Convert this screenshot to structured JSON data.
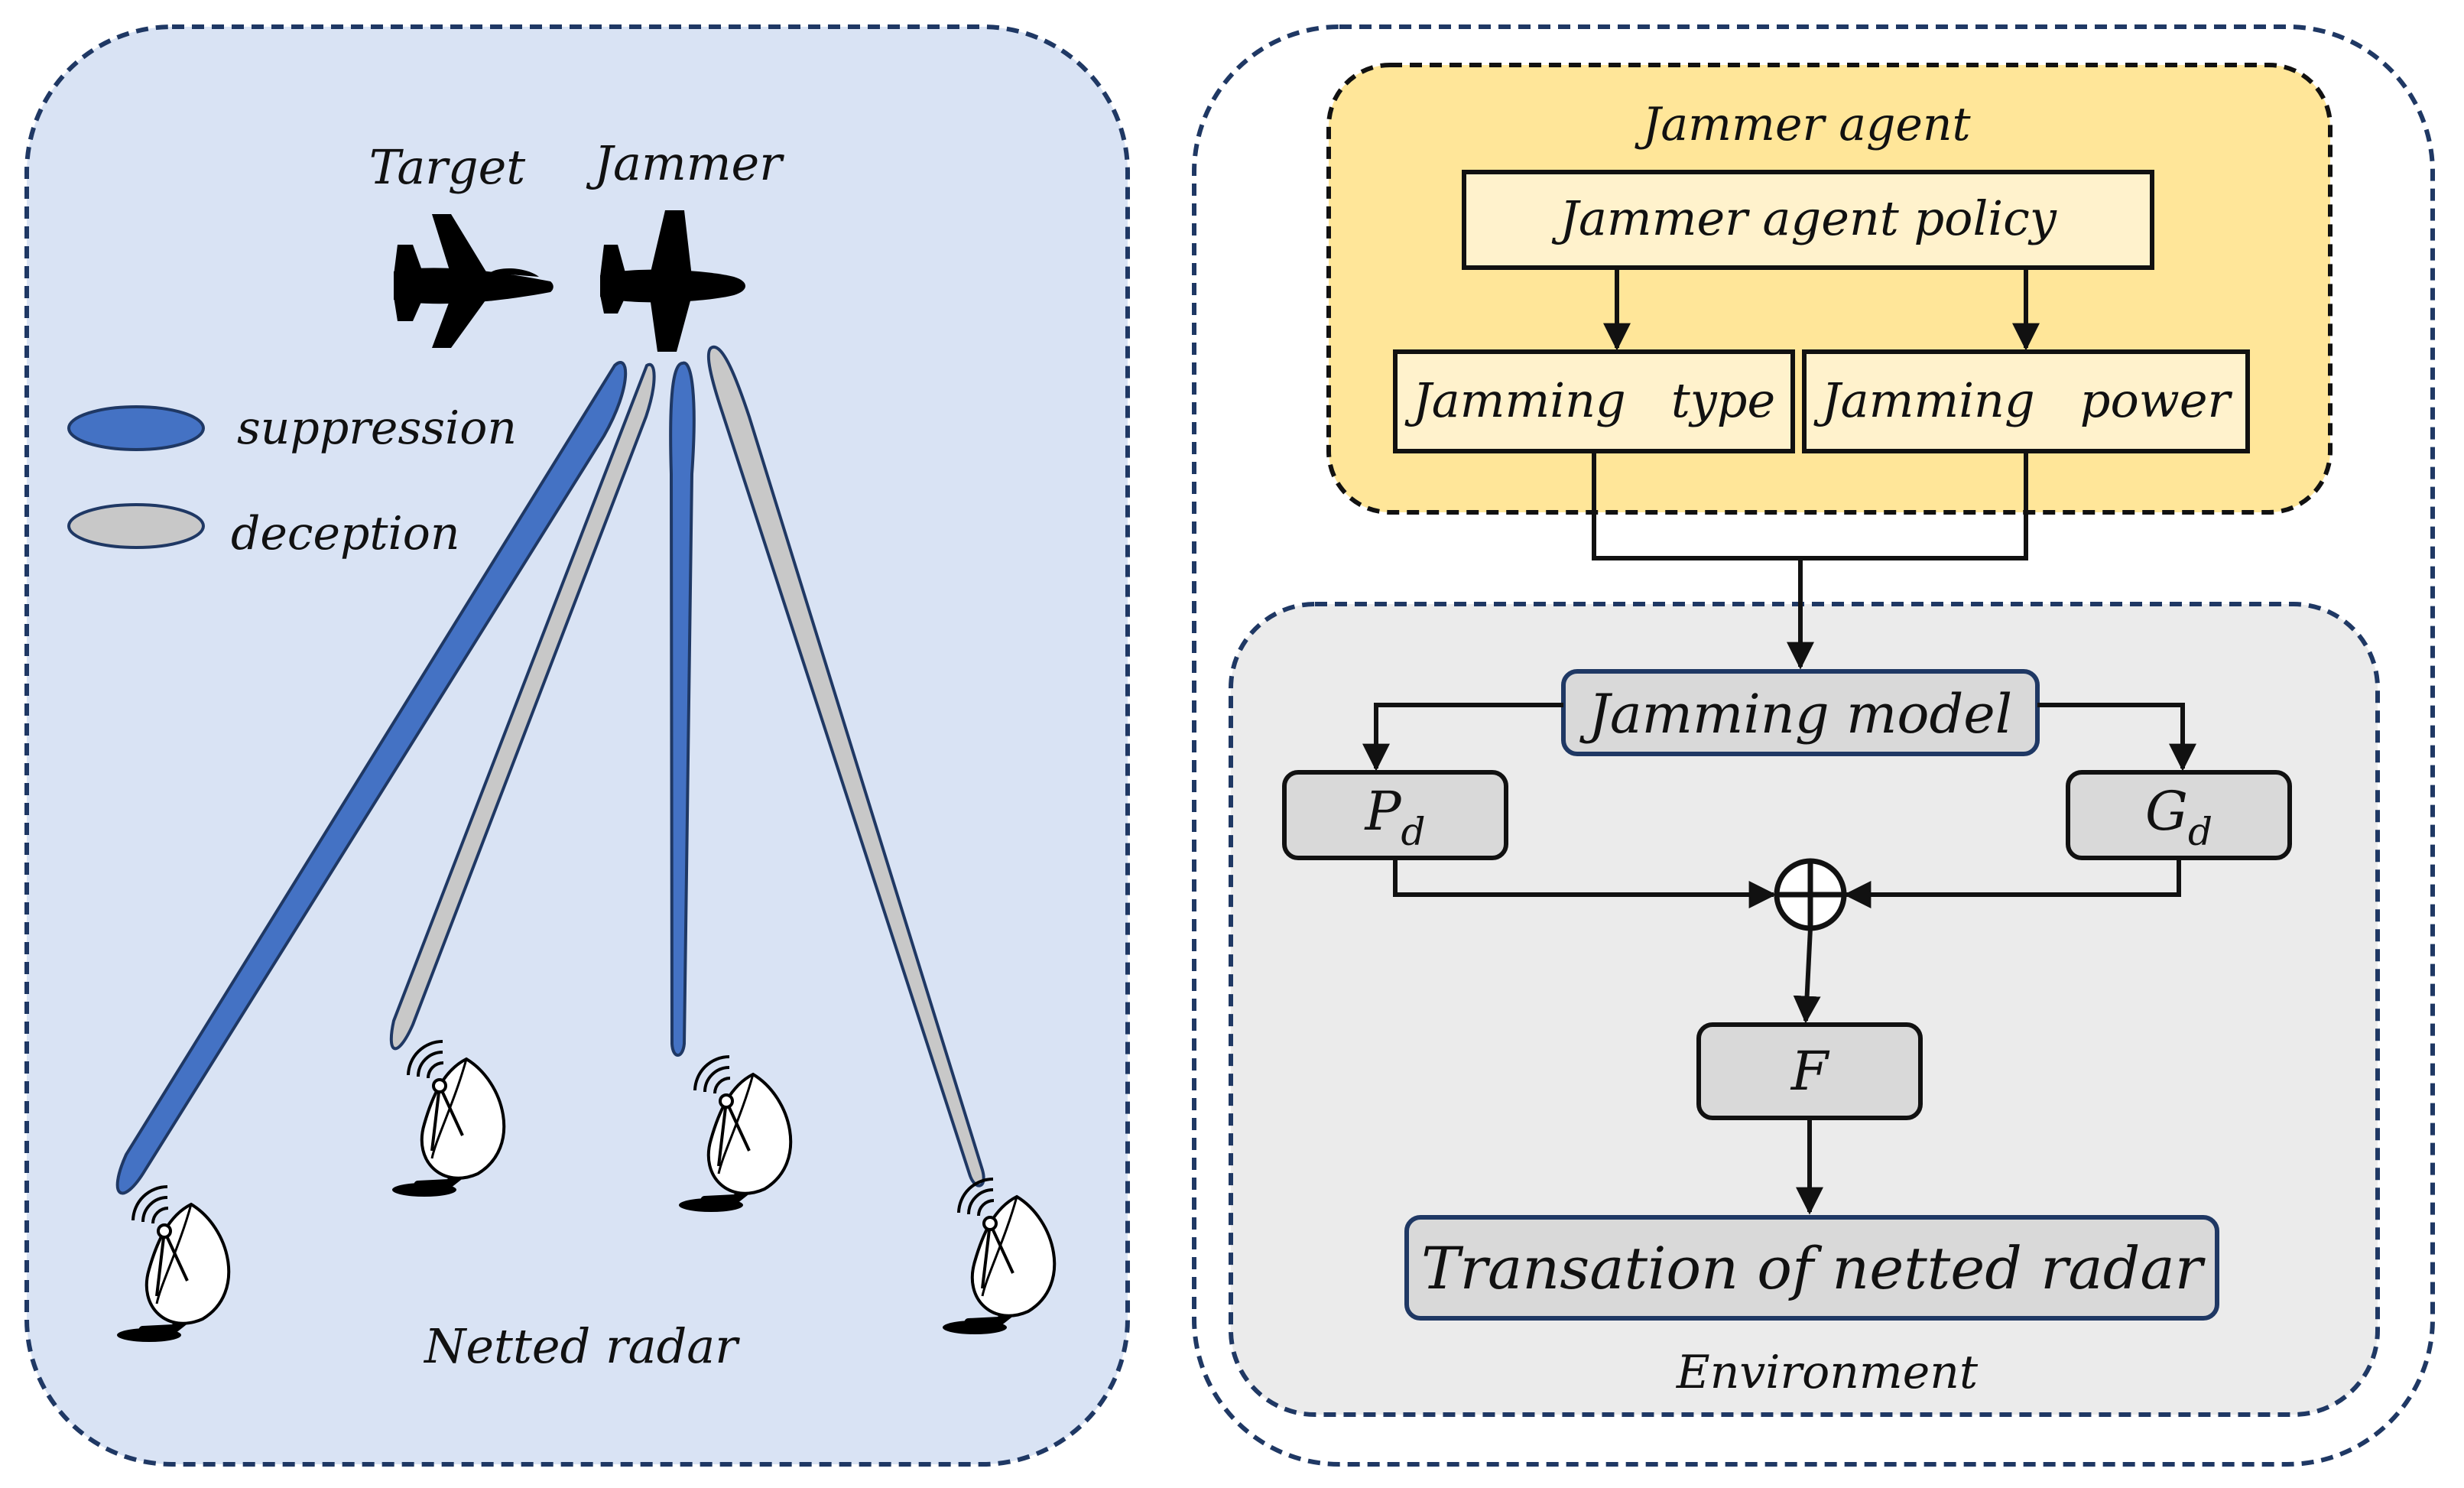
{
  "left_panel": {
    "target_label": "Target",
    "jammer_label": "Jammer",
    "legend": [
      {
        "label": "suppression",
        "color": "#4472c4"
      },
      {
        "label": "deception",
        "color": "#c8c8c8"
      }
    ],
    "caption": "Netted radar"
  },
  "right_panel": {
    "agent": {
      "title": "Jammer agent",
      "policy": "Jammer agent policy",
      "jamming_type": "Jamming   type",
      "jamming_power": "Jamming   power"
    },
    "environment": {
      "model": "Jamming model",
      "pd_main": "P",
      "pd_sub": "d",
      "gd_main": "G",
      "gd_sub": "d",
      "f": "F",
      "transation": "Transation of netted radar",
      "caption": "Environment"
    }
  },
  "colors": {
    "left_bg": "#d9e3f4",
    "agent_bg": "#ffe699",
    "agent_box": "#fff2cc",
    "env_bg": "#ebebeb",
    "env_box": "#d9d9d9",
    "suppression": "#4472c4",
    "deception": "#c8c8c8",
    "border_navy": "#1f3864"
  }
}
